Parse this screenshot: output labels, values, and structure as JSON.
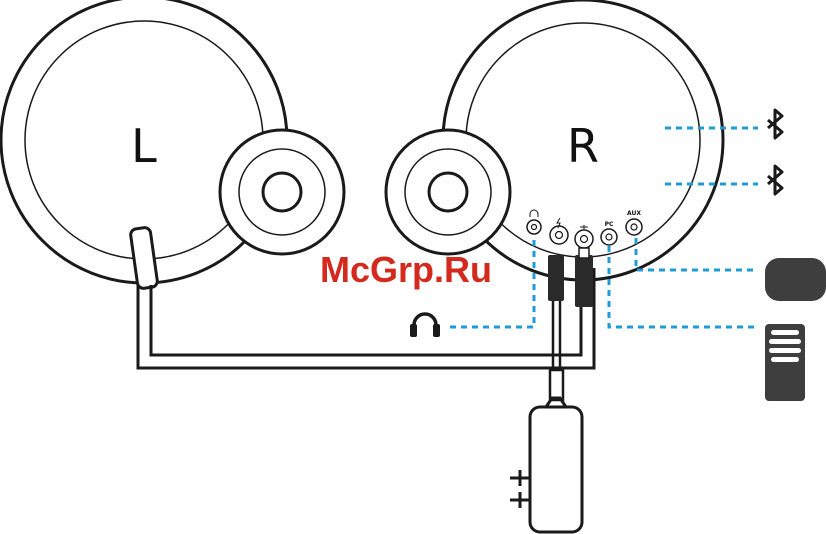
{
  "speakers": {
    "left_label": "L",
    "right_label": "R"
  },
  "ports": {
    "headphone_label": "",
    "power_label": "",
    "pc_label": "PC",
    "aux_label": "AUX"
  },
  "watermark": "McGrp.Ru",
  "colors": {
    "line": "#1a1a1a",
    "connection": "#1f9bd7",
    "watermark": "#d42a1e",
    "device": "#3e3e3e"
  },
  "icons": [
    "bluetooth-icon",
    "bluetooth-icon",
    "headphones-icon",
    "phone-device-icon",
    "media-player-icon",
    "power-adapter-icon"
  ]
}
